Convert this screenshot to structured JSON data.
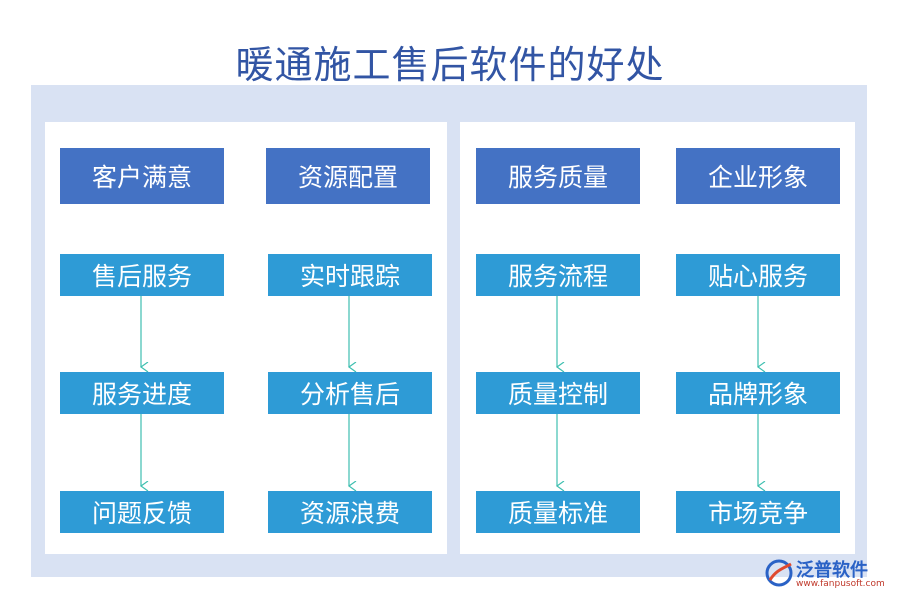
{
  "title": "暖通施工售后软件的好处",
  "columns": [
    {
      "header": "客户满意",
      "items": [
        "售后服务",
        "服务进度",
        "问题反馈"
      ]
    },
    {
      "header": "资源配置",
      "items": [
        "实时跟踪",
        "分析售后",
        "资源浪费"
      ]
    },
    {
      "header": "服务质量",
      "items": [
        "服务流程",
        "质量控制",
        "质量标准"
      ]
    },
    {
      "header": "企业形象",
      "items": [
        "贴心服务",
        "品牌形象",
        "市场竞争"
      ]
    }
  ],
  "logo": {
    "name": "泛普软件",
    "url": "www.fanpusoft.com",
    "icon": "fanpu-logo-icon"
  },
  "colors": {
    "title": "#3255a4",
    "header": "#4472c4",
    "item": "#2e9bd6",
    "arrow": "#3ebfb0",
    "background": "#d9e2f3"
  }
}
